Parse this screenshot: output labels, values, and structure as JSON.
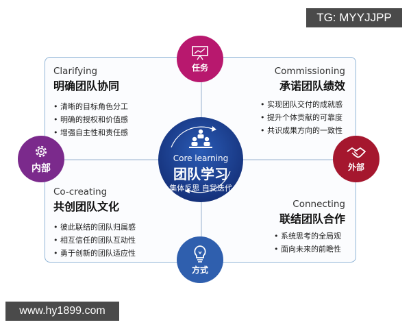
{
  "watermark_tg": "TG: MYYJJPP",
  "watermark_site": "www.hy1899.com",
  "center": {
    "en": "Core learning",
    "zh": "团队学习",
    "sub": "集体反思 自我迭代"
  },
  "hubs": {
    "top": {
      "label": "任务",
      "color": "#b8186e",
      "icon": "presentation-board-icon"
    },
    "left": {
      "label": "内部",
      "color": "#7b2a8c",
      "icon": "gear-icon"
    },
    "right": {
      "label": "外部",
      "color": "#a5172e",
      "icon": "handshake-icon"
    },
    "bottom": {
      "label": "方式",
      "color": "#2f5fae",
      "icon": "lightbulb-icon"
    }
  },
  "quadrants": {
    "top_left": {
      "en": "Clarifying",
      "zh": "明确团队协同",
      "items": [
        "清晰的目标角色分工",
        "明确的授权和价值感",
        "增强自主性和责任感"
      ]
    },
    "top_right": {
      "en": "Commissioning",
      "zh": "承诺团队绩效",
      "items": [
        "实现团队交付的成就感",
        "提升个体贡献的可靠度",
        "共识成果方向的一致性"
      ]
    },
    "bottom_left": {
      "en": "Co-creating",
      "zh": "共创团队文化",
      "items": [
        "彼此联结的团队归属感",
        "相互信任的团队互动性",
        "勇于创新的团队适应性"
      ]
    },
    "bottom_right": {
      "en": "Connecting",
      "zh": "联结团队合作",
      "items": [
        "系统思考的全局观",
        "面向未来的前瞻性"
      ]
    }
  },
  "colors": {
    "center_dark": "#15317a",
    "center_light": "#2a5bb5",
    "frame": "#8fb4d6"
  }
}
